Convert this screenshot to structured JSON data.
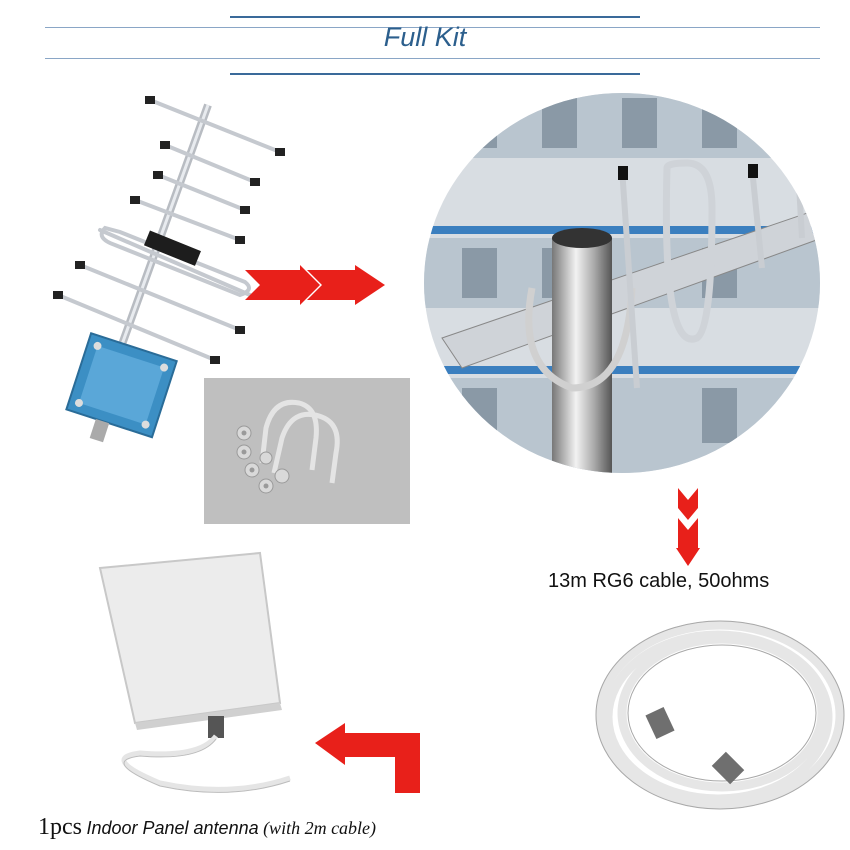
{
  "header": {
    "title": "Full Kit"
  },
  "cable": {
    "label": "13m RG6 cable, 50ohms"
  },
  "panel": {
    "qty": "1pcs",
    "description": "Indoor Panel antenna",
    "note": "(with 2m cable)"
  },
  "colors": {
    "accent": "#2c5f8d",
    "arrow": "#e8201a"
  },
  "icons": {
    "yagi": "yagi-antenna-icon",
    "mount_photo": "mounted-antenna-photo",
    "hardware": "u-bolt-hardware-photo",
    "panel": "panel-antenna-icon",
    "coil": "coiled-cable-photo",
    "arrow": "red-arrow-icon"
  }
}
